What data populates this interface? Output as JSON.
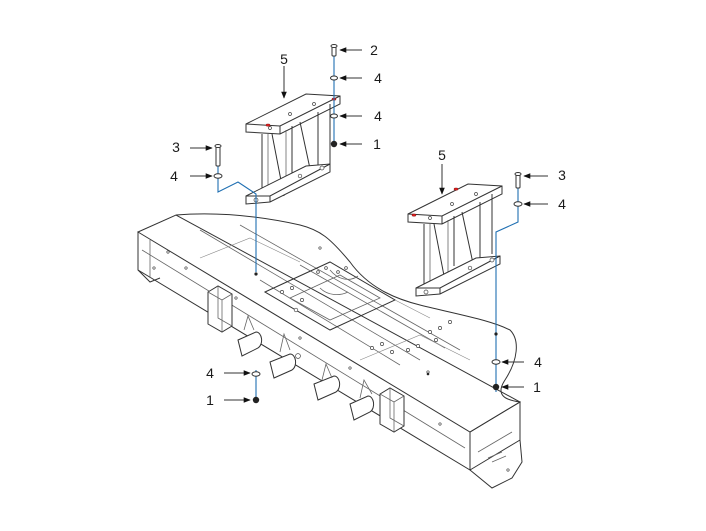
{
  "diagram": {
    "callouts": [
      {
        "id": "c-2-top",
        "label": "2"
      },
      {
        "id": "c-4-top-a",
        "label": "4"
      },
      {
        "id": "c-4-top-b",
        "label": "4"
      },
      {
        "id": "c-1-top",
        "label": "1"
      },
      {
        "id": "c-5-left",
        "label": "5"
      },
      {
        "id": "c-3-left",
        "label": "3"
      },
      {
        "id": "c-4-left",
        "label": "4"
      },
      {
        "id": "c-5-right",
        "label": "5"
      },
      {
        "id": "c-3-right",
        "label": "3"
      },
      {
        "id": "c-4-right",
        "label": "4"
      },
      {
        "id": "c-4-lower-right",
        "label": "4"
      },
      {
        "id": "c-1-lower-right",
        "label": "1"
      },
      {
        "id": "c-4-lower-left",
        "label": "4"
      },
      {
        "id": "c-1-lower-left",
        "label": "1"
      }
    ],
    "colors": {
      "line": "#333333",
      "assembly_path": "#1f6fb2",
      "marker": "#dd2222"
    }
  }
}
